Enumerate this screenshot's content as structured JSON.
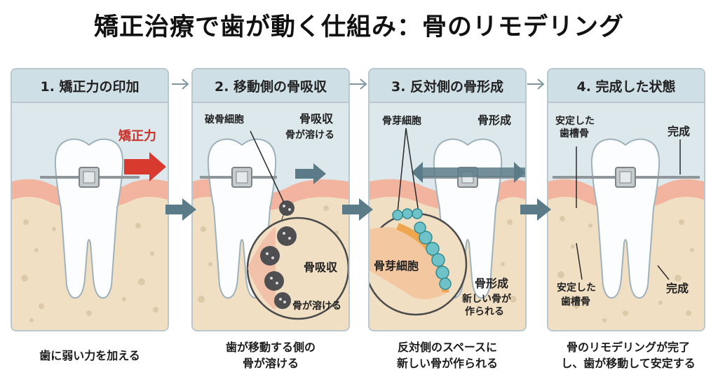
{
  "title": "矯正治療で歯が動く仕組み：骨のリモデリング",
  "panels": [
    {
      "header": "1. 矯正力の印加",
      "force_label": "矯正力",
      "caption": [
        "歯に弱い力を加える"
      ]
    },
    {
      "header": "2. 移動側の骨吸収",
      "osteoclast_label": "破骨細胞",
      "resorption_title": "骨吸収",
      "resorption_sub": "骨が溶ける",
      "zoom_title": "骨吸収",
      "zoom_sub": "骨が溶ける",
      "caption": [
        "歯が移動する側の",
        "骨が溶ける"
      ]
    },
    {
      "header": "3. 反対側の骨形成",
      "osteoblast_label": "骨芽細胞",
      "formation_title": "骨形成",
      "zoom_label": "骨芽細胞",
      "zoom_title": "骨形成",
      "zoom_sub": [
        "新しい骨が",
        "作られる"
      ],
      "caption": [
        "反対側のスペースに",
        "新しい骨が作られる"
      ]
    },
    {
      "header": "4. 完成した状態",
      "stable_label_top": [
        "安定した",
        "歯槽骨"
      ],
      "done_top": "完成",
      "stable_label_bottom": [
        "安定した",
        "歯槽骨"
      ],
      "done_bottom": "完成",
      "caption": [
        "骨のリモデリングが完了",
        "し、歯が移動して安定する"
      ]
    }
  ],
  "colors": {
    "panel_bg": "#dde8ec",
    "header_bg": "#cfdfe6",
    "gum": "#f2b49e",
    "bone": "#f1dfc4",
    "bone_pore": "#d9c3a2",
    "tooth": "#fbfdff",
    "force_arrow": "#d93a2f",
    "flow_arrow": "#5c7b88",
    "osteoclast": "#4f4f52",
    "osteoblast": "#6fc3c8"
  },
  "icons": [
    "right-arrow-icon",
    "tooth-icon",
    "bracket-icon",
    "osteoclast-icon",
    "osteoblast-icon",
    "zoom-circle-icon"
  ]
}
